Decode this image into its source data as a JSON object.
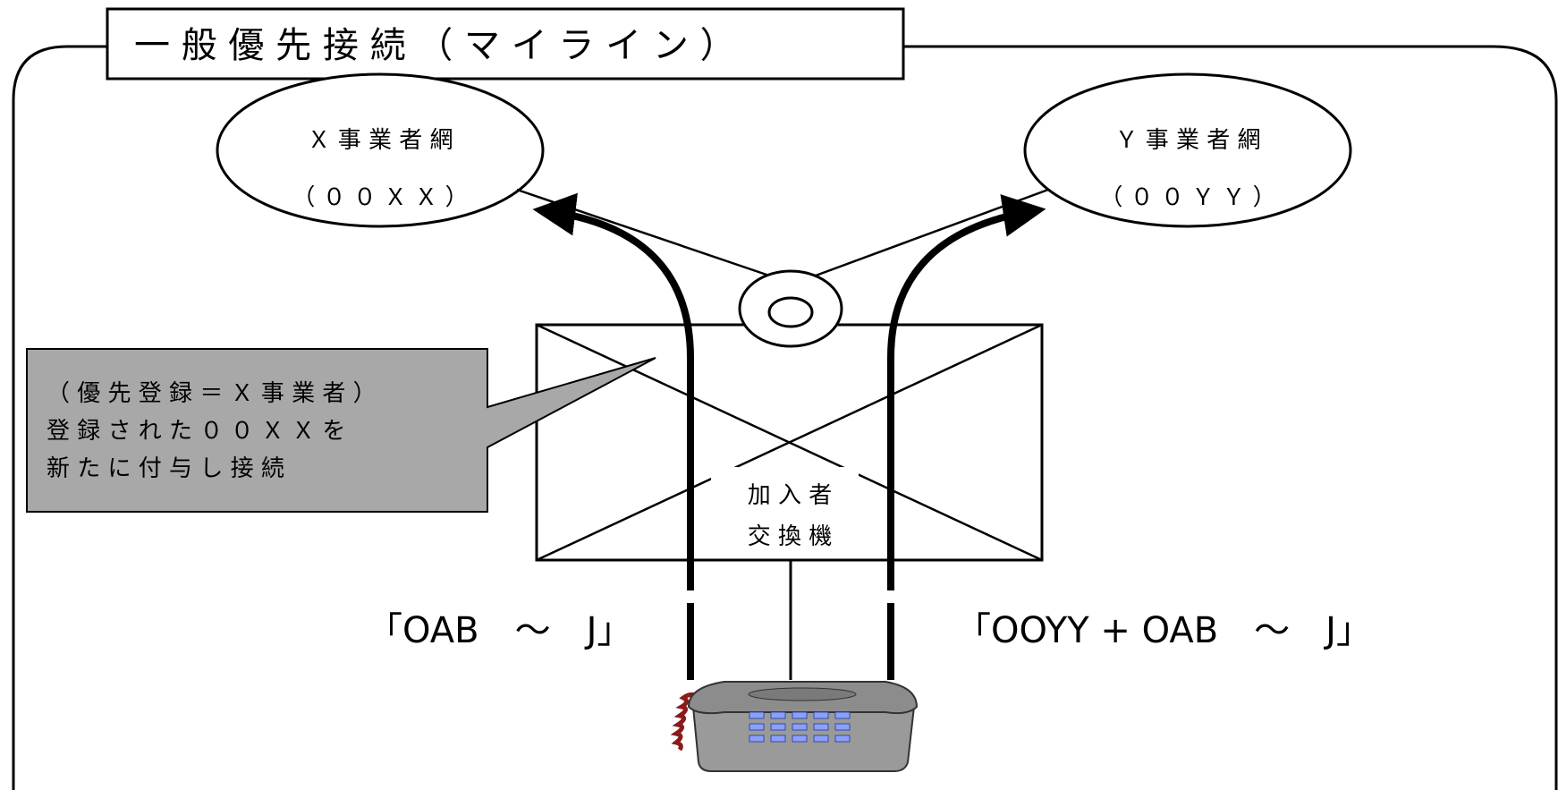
{
  "title": "一 般 優 先 接 続 （ マ イ ラ イ ン ）",
  "networks": {
    "x": {
      "line1": "Ｘ 事 業 者 網",
      "line2": "（ ０ ０ Ｘ Ｘ ）"
    },
    "y": {
      "line1": "Ｙ 事 業 者 網",
      "line2": "（ ０ ０ Ｙ Ｙ ）"
    }
  },
  "callout": {
    "line1": "（ 優 先 登 録 ＝ Ｘ 事 業 者 ）",
    "line2": "登 録 さ れ た ０ ０ Ｘ Ｘ を",
    "line3": "新 た に 付 与 し 接 続"
  },
  "switch": {
    "line1": "加 入 者",
    "line2": "交 換 機"
  },
  "dial_left": "「OAB　～　J」",
  "dial_right": "「OOYY + OAB　～　J」",
  "colors": {
    "callout_fill": "#a8a8a8",
    "phone_body": "#9a9a9a",
    "phone_keys": "#8aa0ff",
    "cord": "#8b1a1a"
  }
}
